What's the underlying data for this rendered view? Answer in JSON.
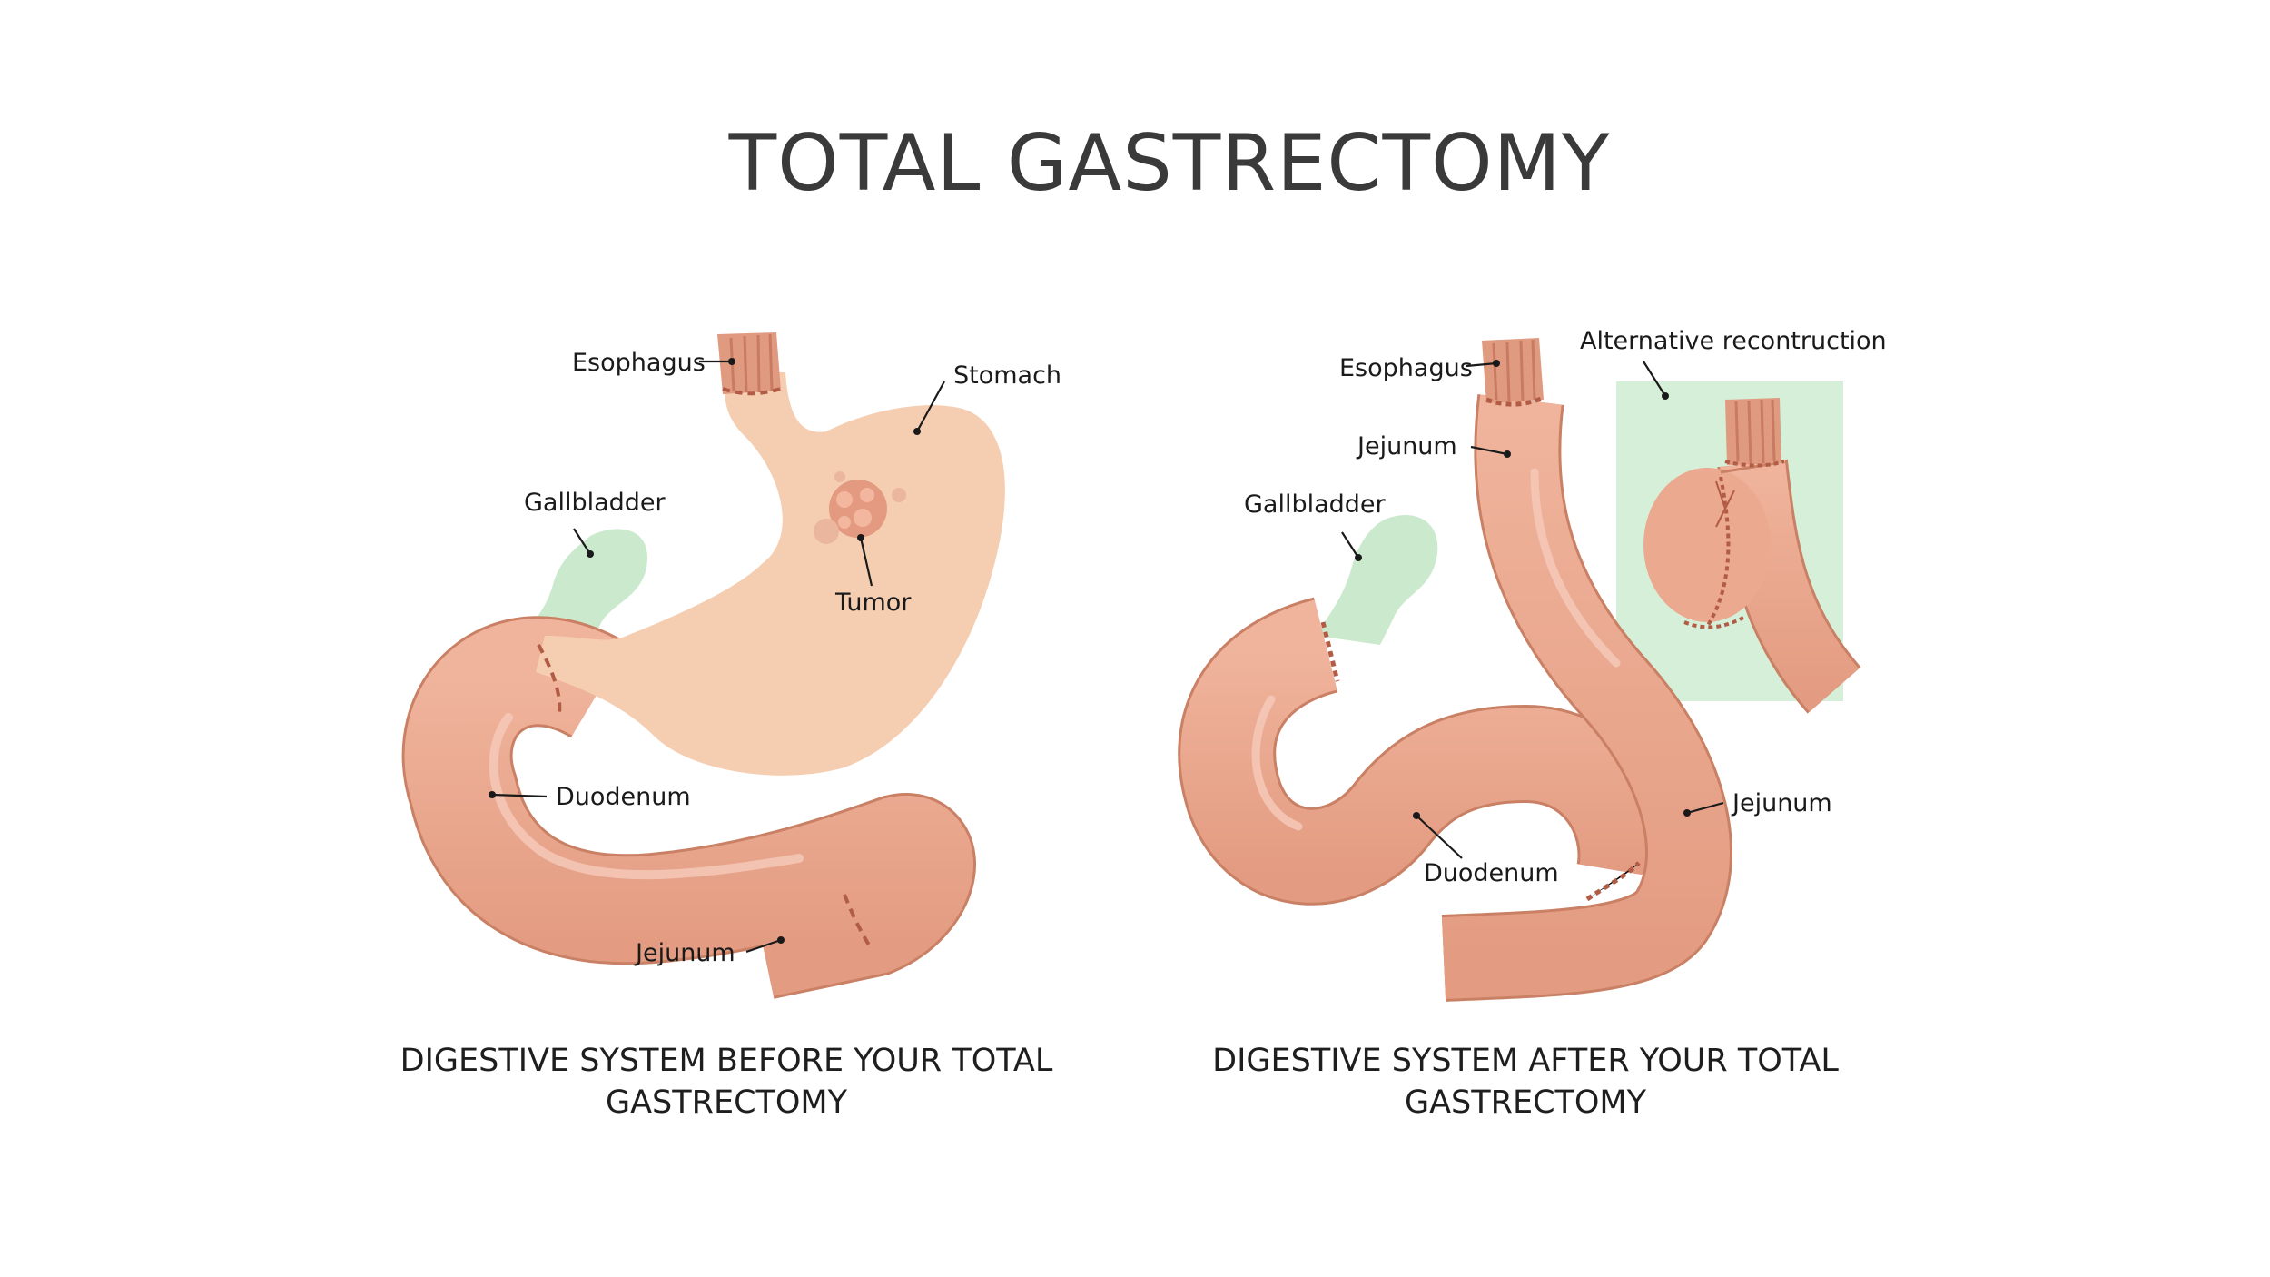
{
  "title": "TOTAL GASTRECTOMY",
  "before": {
    "caption": "DIGESTIVE SYSTEM BEFORE YOUR TOTAL GASTRECTOMY",
    "labels": {
      "esophagus": "Esophagus",
      "stomach": "Stomach",
      "gallbladder": "Gallbladder",
      "tumor": "Tumor",
      "duodenum": "Duodenum",
      "jejunum": "Jejunum"
    }
  },
  "after": {
    "caption": "DIGESTIVE SYSTEM AFTER YOUR TOTAL GASTRECTOMY",
    "labels": {
      "esophagus": "Esophagus",
      "alternative": "Alternative recontruction",
      "jejunum_top": "Jejunum",
      "gallbladder": "Gallbladder",
      "jejunum_right": "Jejunum",
      "duodenum": "Duodenum"
    }
  },
  "colors": {
    "stomach": "#f5ceb2",
    "intestine": "#eba98f",
    "intestine_dark": "#c87760",
    "esophagus": "#df9a80",
    "gallbladder": "#cbeacd",
    "inset_bg": "#d6efd8",
    "tumor": "#e39a80"
  }
}
